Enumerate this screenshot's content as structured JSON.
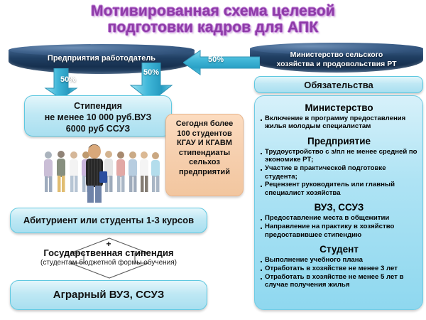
{
  "title": "Мотивированная схема целевой\nподготовки кадров для АПК",
  "banners": {
    "employer": "Предприятия работодатель",
    "ministry": "Министерство сельского\nхозяйства и продовольствия РТ"
  },
  "arrows": {
    "ministry_to_employer": "50%",
    "employer_left": "50%",
    "employer_right": "50%"
  },
  "boxes": {
    "stipend": "Стипендия\nне менее 10 000 руб.ВУЗ\n6000 руб ССУЗ",
    "note": "Сегодня более\n100 студентов\nКГАУ И КГАВМ\nстипендиаты\nсельхоз\nпредприятий",
    "applicant": "Абитуриент или студенты 1-3 курсов",
    "university": "Аграрный ВУЗ, ССУЗ"
  },
  "connector": {
    "plus": "+",
    "main": "Государственная стипендия",
    "sub": "(студентам  бюджетной формы обучения)"
  },
  "obligations": {
    "header": "Обязательства",
    "sections": [
      {
        "title": "Министерство",
        "items": [
          "Включение в программу предоставления жилья молодым специалистам"
        ]
      },
      {
        "title": "Предприятие",
        "items": [
          "Трудоустройство с з/пл не менее средней по экономике РТ;",
          "Участие в практической подготовке студента;",
          "Рецензент руководитель или главный специалист хозяйства"
        ]
      },
      {
        "title": "ВУЗ, ССУЗ",
        "items": [
          "Предоставление места в общежитии",
          "Направление на практику в хозяйство предоставившее стипендию"
        ]
      },
      {
        "title": "Студент",
        "items": [
          "Выполнение учебного плана",
          "Отработать в хозяйстве не менее 3 лет",
          "Отработать в хозяйстве не менее 5 лет в случае получения жилья"
        ]
      }
    ]
  },
  "photo": {
    "alt": "group-of-students-photo"
  },
  "colors": {
    "title": "#8e3ba8",
    "banner": "#1d3b5c",
    "arrow": "#3fb6d8",
    "box_fill": "#bfe8f4",
    "box_border": "#5ec8e0",
    "note_fill": "#f6cfae"
  }
}
